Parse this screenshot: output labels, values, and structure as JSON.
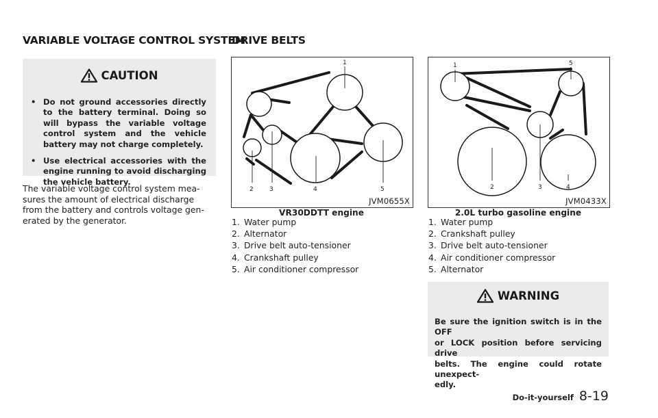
{
  "headings": {
    "left": "VARIABLE VOLTAGE CONTROL SYSTEM",
    "right": "DRIVE BELTS"
  },
  "caution": {
    "title": "CAUTION",
    "icon": "warning-triangle-icon",
    "items": [
      "Do not ground accessories directly to the battery terminal. Doing so will bypass the variable voltage control system and the vehicle battery may not charge completely.",
      "Use electrical accessories with the engine running to avoid discharging the vehicle battery."
    ],
    "bullet": "•"
  },
  "body_text": "The variable voltage control system measures the amount of electrical discharge from the battery and controls voltage generated by the generator.",
  "body_lines": [
    "The variable voltage control system mea-",
    "sures the amount of electrical discharge",
    "from the battery and controls voltage gen-",
    "erated by the generator."
  ],
  "figure1": {
    "code": "JVM0655X",
    "caption": "VR30DDTT engine",
    "callouts": [
      "1",
      "2",
      "3",
      "4",
      "5"
    ],
    "legend": [
      {
        "num": "1.",
        "text": "Water pump"
      },
      {
        "num": "2.",
        "text": "Alternator"
      },
      {
        "num": "3.",
        "text": "Drive belt auto-tensioner"
      },
      {
        "num": "4.",
        "text": "Crankshaft pulley"
      },
      {
        "num": "5.",
        "text": "Air conditioner compressor"
      }
    ]
  },
  "figure2": {
    "code": "JVM0433X",
    "caption": "2.0L turbo gasoline engine",
    "callouts": [
      "1",
      "5",
      "2",
      "3",
      "4"
    ],
    "legend": [
      {
        "num": "1.",
        "text": "Water pump"
      },
      {
        "num": "2.",
        "text": "Crankshaft pulley"
      },
      {
        "num": "3.",
        "text": "Drive belt auto-tensioner"
      },
      {
        "num": "4.",
        "text": "Air conditioner compressor"
      },
      {
        "num": "5.",
        "text": "Alternator"
      }
    ]
  },
  "warning": {
    "title": "WARNING",
    "icon": "warning-triangle-icon",
    "text": "Be sure the ignition switch is in the OFF or LOCK position before servicing drive belts. The engine could rotate unexpectedly.",
    "lines": [
      "Be sure the ignition switch is in the OFF",
      "or LOCK position before servicing drive",
      "belts. The engine could rotate unexpect-",
      "edly."
    ]
  },
  "footer": {
    "section": "Do-it-yourself",
    "page": "8-19"
  },
  "colors": {
    "alert_background": "#ebebeb",
    "text": "#222222",
    "belt": "#1a1a1a"
  }
}
